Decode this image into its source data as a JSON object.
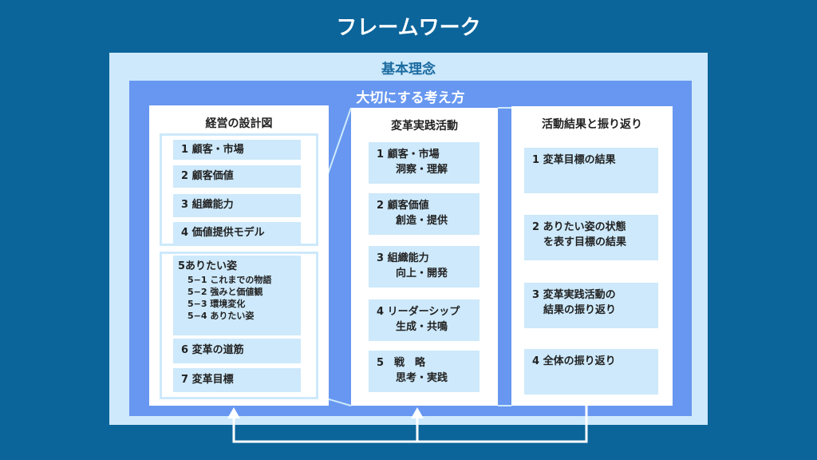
{
  "title": "フレームワーク",
  "philosophy": "基本理念",
  "values": "大切にする考え方",
  "design": {
    "heading": "経営の設計図",
    "items": [
      "1 顧客・市場",
      "2 顧客価値",
      "3 組織能力",
      "4 価値提供モデル"
    ],
    "vision": {
      "label": "5ありたい姿",
      "subs": [
        "5−1 これまでの物語",
        "5−2 強みと価値観",
        "5−3 環境変化",
        "5−4 ありたい姿"
      ]
    },
    "items2": [
      "6 変革の道筋",
      "7 変革目標"
    ]
  },
  "practice": {
    "heading": "変革実践活動",
    "items": [
      [
        "1 顧客・市場",
        "洞察・理解"
      ],
      [
        "2 顧客価値",
        "創造・提供"
      ],
      [
        "3 組織能力",
        "向上・開発"
      ],
      [
        "4 リーダーシップ",
        "生成・共鳴"
      ],
      [
        "5　戦　略",
        "思考・実践"
      ]
    ]
  },
  "review": {
    "heading": "活動結果と振り返り",
    "items": [
      [
        "1 変革目標の結果",
        ""
      ],
      [
        "2 ありたい姿の状態",
        "を表す目標の結果"
      ],
      [
        "3 変革実践活動の",
        "結果の振り返り"
      ],
      [
        "4 全体の振り返り",
        ""
      ]
    ]
  }
}
